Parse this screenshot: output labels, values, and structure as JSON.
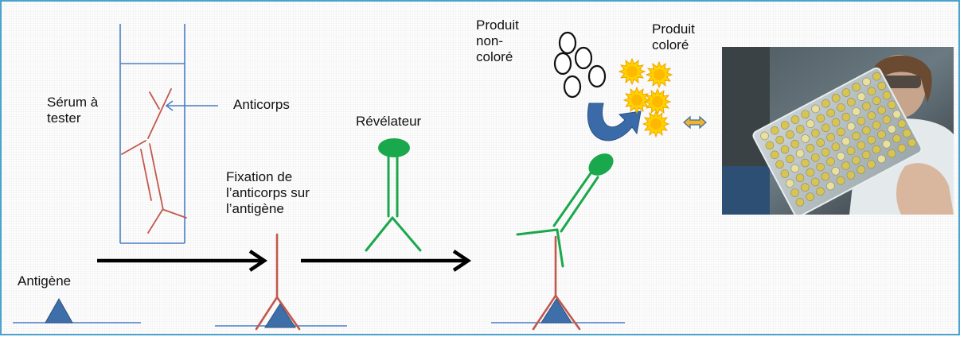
{
  "labels": {
    "serum": "Sérum à\ntester",
    "anticorps": "Anticorps",
    "revelateur": "Révélateur",
    "fixation": "Fixation de\nl’anticorps sur\nl’antigène",
    "antigene": "Antigène",
    "produit_non_colore": "Produit\nnon-\ncoloré",
    "produit_colore": "Produit\ncoloré"
  },
  "colors": {
    "antibody": "#c2584c",
    "revealer": "#1aa84c",
    "line": "#4b7fc7",
    "antigen": "#3f6fa8",
    "arrow": "#000000",
    "curved_arrow": "#3a6ba8",
    "star": "#ffd200",
    "double_arrow": "#f0b429"
  }
}
